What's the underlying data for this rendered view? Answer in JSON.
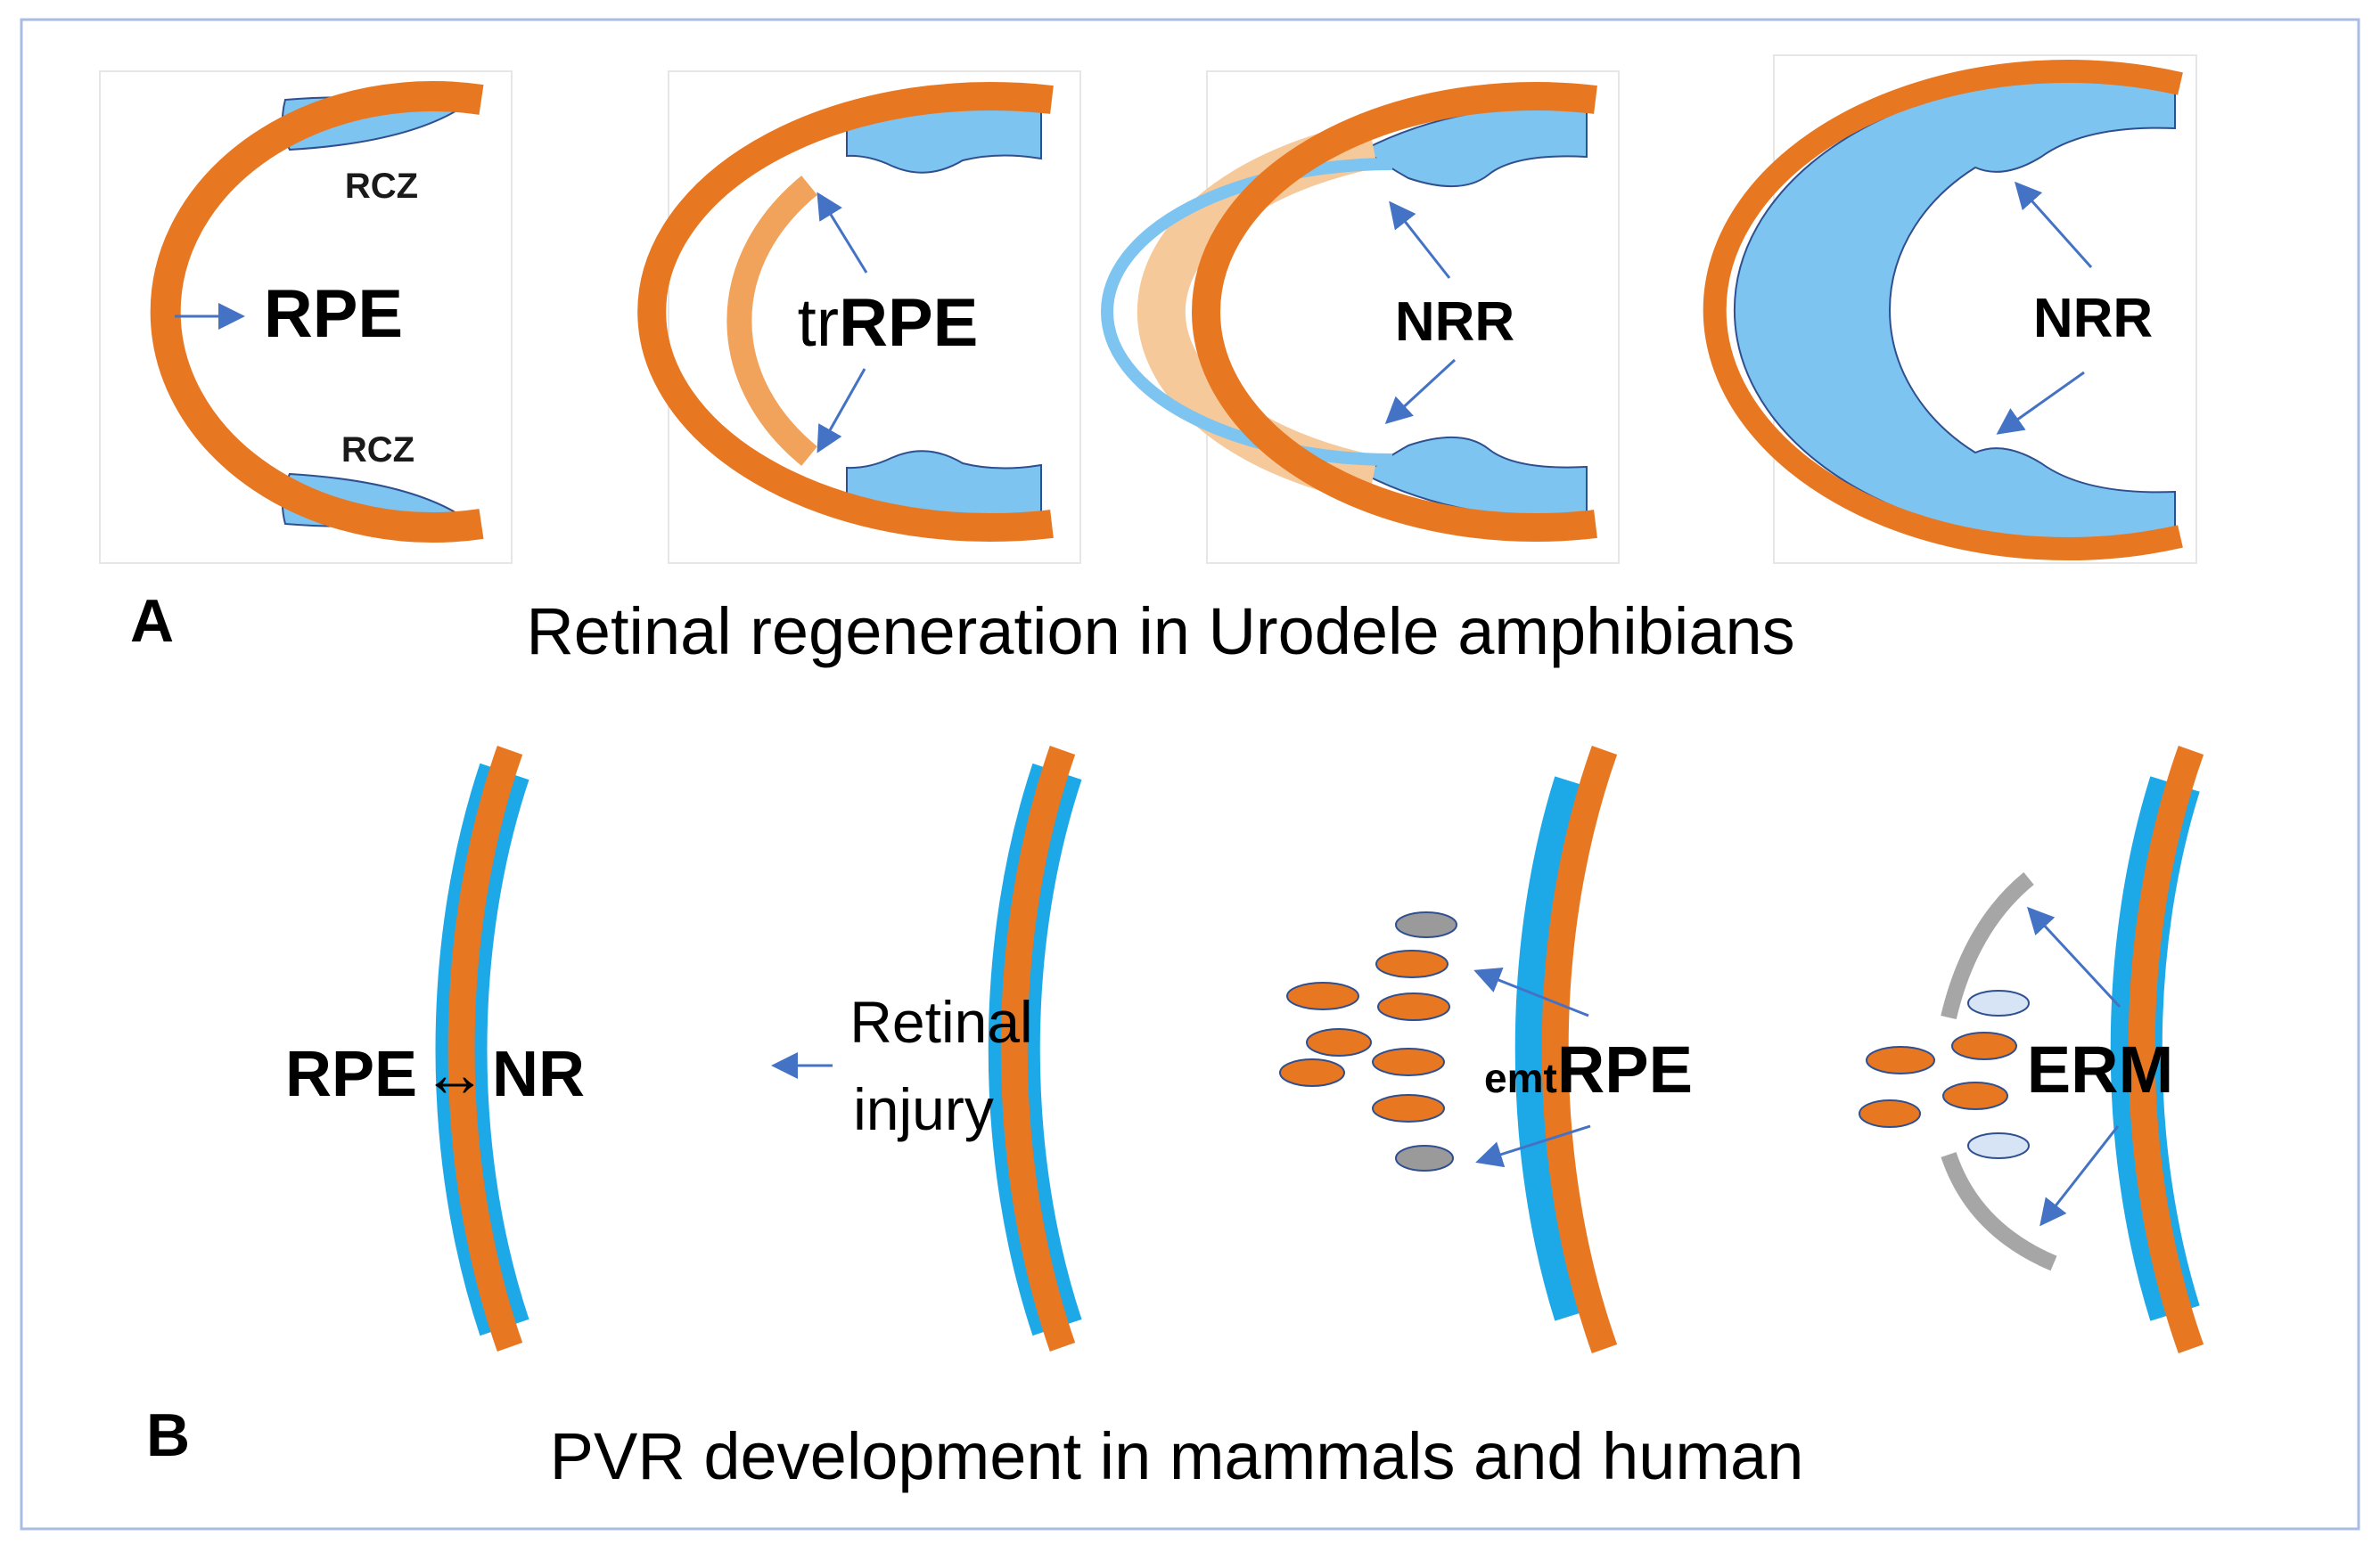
{
  "colors": {
    "rpe": "#E87722",
    "rpe_light": "#F1A25B",
    "rpe_pale": "#F6C99A",
    "retina": "#7DC4F0",
    "retina_strong": "#1DA8E8",
    "outline": "#2F4F8F",
    "arrow": "#4472C4",
    "gray": "#A6A6A6",
    "gray_cell": "#9A9A9A",
    "pale_cell": "#D6E4F5",
    "frame": "#A9BCE3",
    "text": "#1A1A1A"
  },
  "panel_a": {
    "letter": "A",
    "caption": "Retinal regeneration in Urodele amphibians",
    "labels": {
      "rcz_top": "RCZ",
      "rcz_bottom": "RCZ",
      "rpe": "RPE",
      "tr_prefix": "tr",
      "tr_main": "RPE",
      "nrr_1": "NRR",
      "nrr_2": "NRR"
    }
  },
  "panel_b": {
    "letter": "B",
    "caption": "PVR development in mammals and human",
    "labels": {
      "rpe_nr_left": "RPE",
      "rpe_nr_arrow": "↔",
      "rpe_nr_right": "NR",
      "injury_line1": "Retinal",
      "injury_line2": "injury",
      "emt_prefix": "emt",
      "emt_main": "RPE",
      "erm": "ERM"
    }
  }
}
